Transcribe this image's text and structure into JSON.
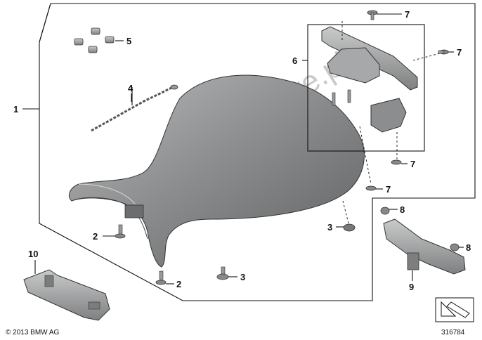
{
  "watermark": "www.BMWstore.pl",
  "copyright": "© 2013 BMW AG",
  "diagram_id": "316784",
  "callouts": {
    "c1": "1",
    "c2a": "2",
    "c2b": "2",
    "c3a": "3",
    "c3b": "3",
    "c4": "4",
    "c5": "5",
    "c6": "6",
    "c7a": "7",
    "c7b": "7",
    "c7c": "7",
    "c7d": "7",
    "c8a": "8",
    "c8b": "8",
    "c9": "9",
    "c10": "10"
  },
  "colors": {
    "seat": "#8d8f90",
    "seat_dark": "#5e6061",
    "part": "#9c9d9e"
  }
}
